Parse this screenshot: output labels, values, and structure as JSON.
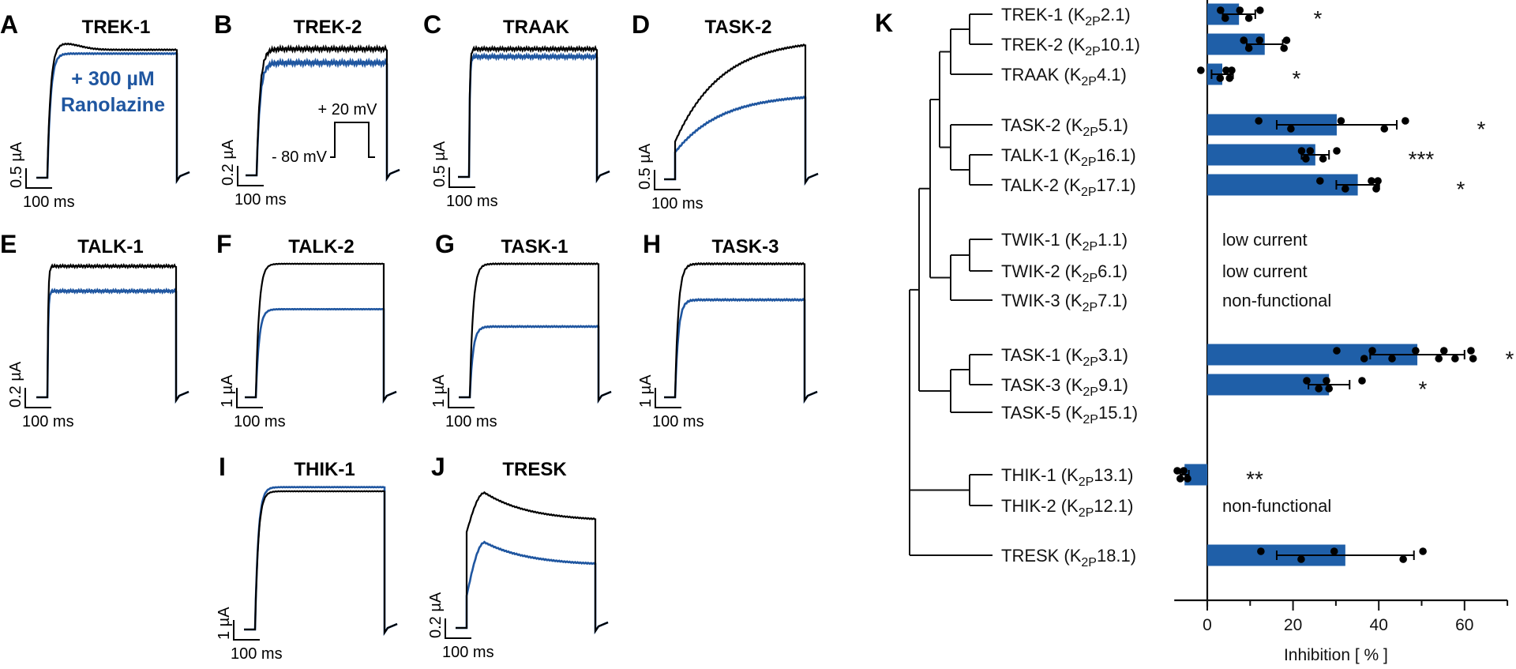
{
  "colors": {
    "control": "#000000",
    "ranolazine": "#1f56a0",
    "bar": "#1f5fa8"
  },
  "legend": {
    "line1": "+ 300 µM",
    "line2": "Ranolazine"
  },
  "protocol": {
    "high": "+ 20 mV",
    "low": "- 80 mV"
  },
  "panel_k_letter": "K",
  "chart_data": [
    {
      "type": "line",
      "description_series": [
        {
          "name": ""
        },
        {
          "name": "+ 300 µM Ranolazine"
        }
      ],
      "panels": [
        {
          "letter": "A",
          "title": "TREK-1",
          "current_scale": "0.5 µA",
          "time_scale": "100 ms",
          "ranolazine_relative_current": 0.97
        },
        {
          "letter": "B",
          "title": "TREK-2",
          "current_scale": "0.2 µA",
          "time_scale": "100 ms",
          "ranolazine_relative_current": 0.89
        },
        {
          "letter": "C",
          "title": "TRAAK",
          "current_scale": "0.5 µA",
          "time_scale": "100 ms",
          "ranolazine_relative_current": 0.94
        },
        {
          "letter": "D",
          "title": "TASK-2",
          "current_scale": "0.5 µA",
          "time_scale": "100 ms",
          "ranolazine_relative_current": 0.61
        },
        {
          "letter": "E",
          "title": "TALK-1",
          "current_scale": "0.2 µA",
          "time_scale": "100 ms",
          "ranolazine_relative_current": 0.81
        },
        {
          "letter": "F",
          "title": "TALK-2",
          "current_scale": "1 µA",
          "time_scale": "100 ms",
          "ranolazine_relative_current": 0.66
        },
        {
          "letter": "G",
          "title": "TASK-1",
          "current_scale": "1 µA",
          "time_scale": "100 ms",
          "ranolazine_relative_current": 0.53
        },
        {
          "letter": "H",
          "title": "TASK-3",
          "current_scale": "1 µA",
          "time_scale": "100 ms",
          "ranolazine_relative_current": 0.73
        },
        {
          "letter": "I",
          "title": "THIK-1",
          "current_scale": "1 µA",
          "time_scale": "100 ms",
          "ranolazine_relative_current": 1.03
        },
        {
          "letter": "J",
          "title": "TRESK",
          "current_scale": "0.2 µA",
          "time_scale": "100 ms",
          "ranolazine_relative_current": 0.59
        }
      ]
    },
    {
      "type": "bar",
      "orientation": "horizontal",
      "xlabel": "Inhibition [ % ]",
      "xlim": [
        -7.7,
        70
      ],
      "xticks": [
        0,
        20,
        40,
        60
      ],
      "grid": false,
      "label_prefix": "K",
      "label_subscript": "2P",
      "rows": [
        {
          "name": "TREK-1",
          "k2p": "2.1)",
          "mean": 7.4,
          "sd": 3.8,
          "points": [
            3.1,
            4.2,
            7.6,
            9.7,
            12.3
          ],
          "sig": "*"
        },
        {
          "name": "TREK-2",
          "k2p": "10.1)",
          "mean": 13.4,
          "sd": 4.2,
          "points": [
            8.5,
            9.7,
            12.2,
            17.9,
            18.5
          ],
          "sig": ""
        },
        {
          "name": "TRAAK",
          "k2p": "4.1)",
          "mean": 3.5,
          "sd": 2.5,
          "points": [
            -1.5,
            3.0,
            4.4,
            5.2,
            5.7
          ],
          "sig": "*"
        },
        {
          "name": "TASK-2",
          "k2p": "5.1)",
          "mean": 30.2,
          "sd": 14.0,
          "points": [
            12.0,
            19.5,
            31.2,
            41.3,
            46.2
          ],
          "sig": "*"
        },
        {
          "name": "TALK-1",
          "k2p": "16.1)",
          "mean": 25.2,
          "sd": 3.2,
          "points": [
            22.0,
            23.0,
            24.0,
            27.0,
            30.2
          ],
          "sig": "***"
        },
        {
          "name": "TALK-2",
          "k2p": "17.1)",
          "mean": 35.1,
          "sd": 5.0,
          "points": [
            26.3,
            32.2,
            38.3,
            39.4,
            39.8
          ],
          "sig": "*"
        },
        {
          "name": "TWIK-1",
          "k2p": "1.1)",
          "note": "low current"
        },
        {
          "name": "TWIK-2",
          "k2p": "6.1)",
          "note": "low current"
        },
        {
          "name": "TWIK-3",
          "k2p": "7.1)",
          "note": "non-functional"
        },
        {
          "name": "TASK-1",
          "k2p": "3.1)",
          "mean": 49.0,
          "sd": 11.0,
          "points": [
            30.2,
            36.6,
            38.5,
            43.1,
            48.6,
            54.0,
            55.2,
            57.8,
            61.5,
            62.0
          ],
          "sig": "*"
        },
        {
          "name": "TASK-3",
          "k2p": "9.1)",
          "mean": 28.4,
          "sd": 4.8,
          "points": [
            23.2,
            26.0,
            27.8,
            28.4,
            36.1
          ],
          "sig": "*"
        },
        {
          "name": "TASK-5",
          "k2p": "15.1)"
        },
        {
          "name": "THIK-1",
          "k2p": "13.1)",
          "mean": -5.3,
          "sd": 1.0,
          "points": [
            -7.0,
            -6.3,
            -5.5,
            -4.6
          ],
          "sig": "**"
        },
        {
          "name": "THIK-2",
          "k2p": "12.1)",
          "note": "non-functional"
        },
        {
          "name": "TRESK",
          "k2p": "18.1)",
          "mean": 32.2,
          "sd": 16.0,
          "points": [
            12.5,
            21.9,
            29.6,
            45.7,
            50.3
          ],
          "sig": ""
        }
      ],
      "tree": [
        [
          [
            [
              [
                "TREK-1",
                "TREK-2"
              ],
              "TRAAK"
            ],
            [
              "TASK-2",
              [
                "TALK-1",
                "TALK-2"
              ]
            ]
          ],
          [
            [
              "TWIK-1",
              "TWIK-2"
            ],
            "TWIK-3"
          ]
        ],
        [
          [
            "TASK-1",
            "TASK-3"
          ],
          "TASK-5"
        ]
      ],
      "tree_root": [
        [
          "THIK-1",
          "THIK-2"
        ],
        "TRESK"
      ]
    }
  ]
}
